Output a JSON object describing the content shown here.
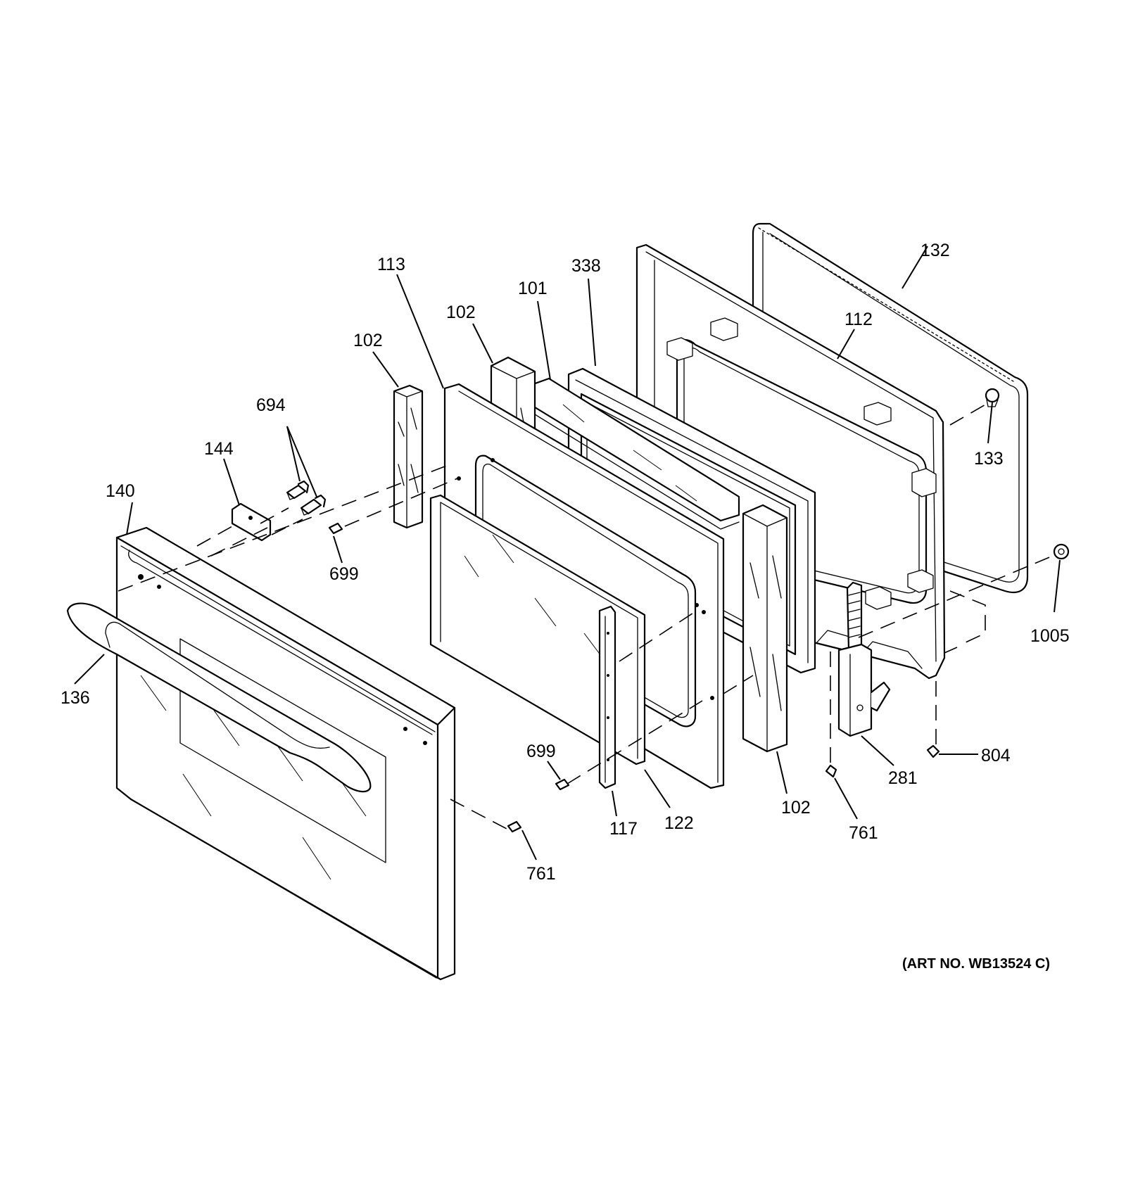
{
  "labels": {
    "p113": "113",
    "p102a": "102",
    "p102b": "102",
    "p102c": "102",
    "p101": "101",
    "p338": "338",
    "p132": "132",
    "p112": "112",
    "p133": "133",
    "p694": "694",
    "p144": "144",
    "p140": "140",
    "p699a": "699",
    "p699b": "699",
    "p136": "136",
    "p1005": "1005",
    "p804": "804",
    "p281": "281",
    "p761a": "761",
    "p761b": "761",
    "p117": "117",
    "p122": "122"
  },
  "art_number": "(ART NO. WB13524 C)"
}
